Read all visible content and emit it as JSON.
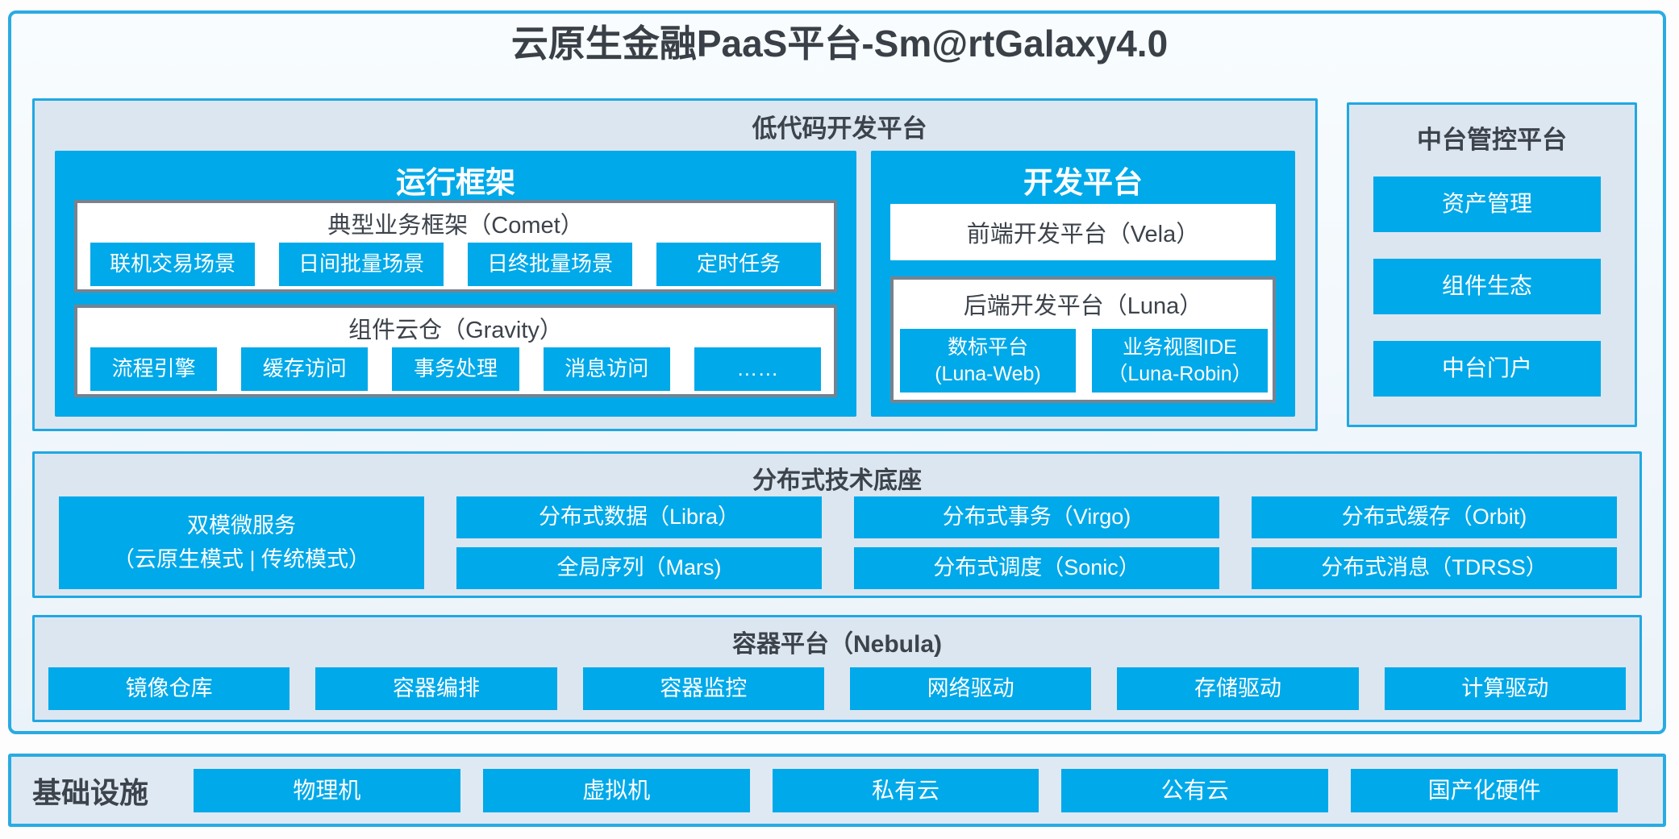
{
  "title": "云原生金融PaaS平台-Sm@rtGalaxy4.0",
  "colors": {
    "accent_blue": "#00a9e9",
    "border_blue": "#29abe2",
    "panel_bg": "#dce6f1",
    "inner_border_gray": "#78828f",
    "dark_text": "#3d434b",
    "white_text": "#ffffff"
  },
  "lowcode": {
    "header": "低代码开发平台",
    "runtime": {
      "title": "运行框架",
      "comet": {
        "title": "典型业务框架（Comet）",
        "items": [
          "联机交易场景",
          "日间批量场景",
          "日终批量场景",
          "定时任务"
        ]
      },
      "gravity": {
        "title": "组件云仓（Gravity）",
        "items": [
          "流程引擎",
          "缓存访问",
          "事务处理",
          "消息访问",
          "……"
        ]
      }
    },
    "dev": {
      "title": "开发平台",
      "vela": "前端开发平台（Vela）",
      "luna": {
        "title": "后端开发平台（Luna）",
        "items": [
          {
            "line1": "数标平台",
            "line2": "(Luna-Web)"
          },
          {
            "line1": "业务视图IDE",
            "line2": "（Luna-Robin）"
          }
        ]
      }
    }
  },
  "midplatform": {
    "header": "中台管控平台",
    "items": [
      "资产管理",
      "组件生态",
      "中台门户"
    ]
  },
  "distributed": {
    "header": "分布式技术底座",
    "dual": {
      "line1": "双模微服务",
      "line2": "（云原生模式 | 传统模式）"
    },
    "row1": [
      "分布式数据（Libra）",
      "分布式事务（Virgo)",
      "分布式缓存（Orbit)"
    ],
    "row2": [
      "全局序列（Mars)",
      "分布式调度（Sonic）",
      "分布式消息（TDRSS）"
    ]
  },
  "container_platform": {
    "header": "容器平台（Nebula)",
    "items": [
      "镜像仓库",
      "容器编排",
      "容器监控",
      "网络驱动",
      "存储驱动",
      "计算驱动"
    ]
  },
  "infrastructure": {
    "label": "基础设施",
    "items": [
      "物理机",
      "虚拟机",
      "私有云",
      "公有云",
      "国产化硬件"
    ]
  }
}
